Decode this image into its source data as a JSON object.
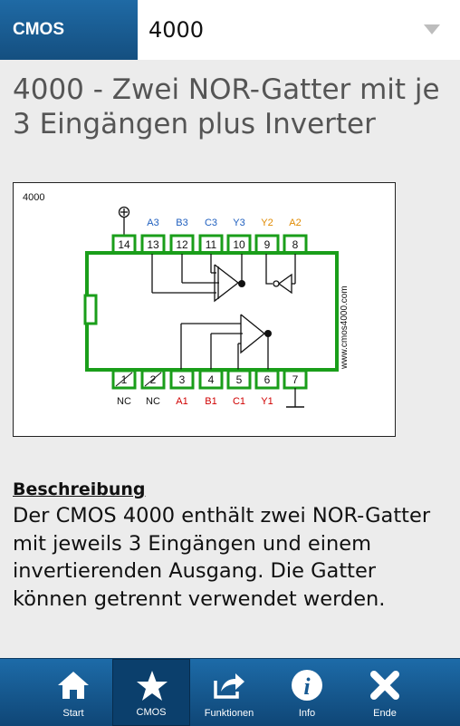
{
  "header": {
    "tab_label": "CMOS",
    "select_value": "4000"
  },
  "title": "4000 - Zwei NOR-Gatter mit je 3 Eingängen plus Inverter",
  "diagram": {
    "chip_label": "4000",
    "watermark": "www.cmos4000.com",
    "top_pins": [
      "14",
      "13",
      "12",
      "11",
      "10",
      "9",
      "8"
    ],
    "bottom_pins": [
      "1",
      "2",
      "3",
      "4",
      "5",
      "6",
      "7"
    ],
    "top_labels": [
      "A3",
      "B3",
      "C3",
      "Y3",
      "Y2",
      "A2"
    ],
    "bottom_labels": [
      "NC",
      "NC",
      "A1",
      "B1",
      "C1",
      "Y1"
    ],
    "colors": {
      "body": "#1a9e1a",
      "input_blue": "#1f5fbf",
      "output_orange": "#e08a00",
      "input_red": "#d00000"
    }
  },
  "description": {
    "heading": "Beschreibung",
    "text": "Der CMOS 4000 enthält zwei NOR-Gatter mit jeweils 3 Eingängen und einem invertierenden Ausgang. Die Gatter können getrennt verwendet werden."
  },
  "nav": {
    "items": [
      {
        "label": "Start",
        "icon": "home-icon"
      },
      {
        "label": "CMOS",
        "icon": "star-icon",
        "active": true
      },
      {
        "label": "Funktionen",
        "icon": "share-icon"
      },
      {
        "label": "Info",
        "icon": "info-icon"
      },
      {
        "label": "Ende",
        "icon": "close-icon"
      }
    ]
  }
}
